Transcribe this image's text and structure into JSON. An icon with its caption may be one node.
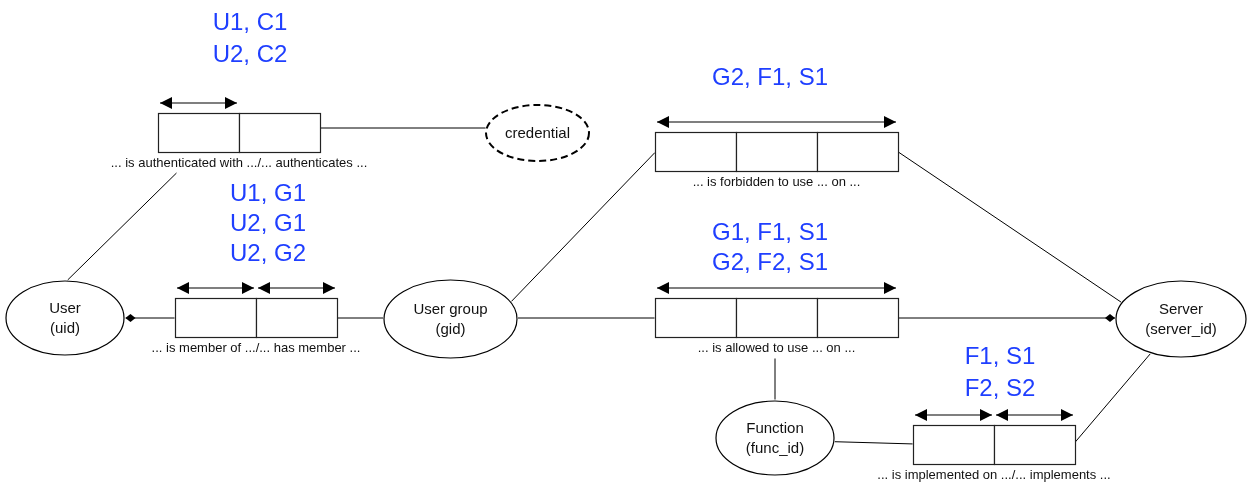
{
  "diagram": {
    "nodes": [
      {
        "text": [
          "... is authenticated with .../... authenticates ..."
        ],
        "beside": [
          "U1, C1",
          "U2, C2"
        ]
      },
      {
        "text": [
          "credential"
        ]
      },
      {
        "text": [
          "... is forbidden to use ... on ..."
        ],
        "beside": [
          "G2, F1, S1"
        ]
      },
      {
        "text": [
          "User (uid)"
        ]
      },
      {
        "text": [
          "... is member of .../... has member ..."
        ],
        "beside": [
          "U1, G1",
          "U2, G1",
          "U2, G2"
        ]
      },
      {
        "text": [
          "User group (gid)"
        ]
      },
      {
        "text": [
          "... is allowed to use ... on ..."
        ],
        "beside": [
          "G1, F1, S1",
          "G2, F2, S1"
        ]
      },
      {
        "text": [
          "Server (server_id)"
        ]
      },
      {
        "text": [
          "Function (func_id)"
        ]
      },
      {
        "text": [
          "... is implemented on .../... implements ..."
        ],
        "beside": [
          "F1, S1",
          "F2, S2"
        ]
      }
    ],
    "edges": [
      {
        "from": 3,
        "to": 0,
        "arrow": "none"
      },
      {
        "from": 0,
        "to": 1,
        "arrow": "none"
      },
      {
        "from": 3,
        "to": 4,
        "arrow": "other"
      },
      {
        "from": 4,
        "to": 5,
        "arrow": "none"
      },
      {
        "from": 5,
        "to": 2,
        "arrow": "none"
      },
      {
        "from": 5,
        "to": 6,
        "arrow": "none"
      },
      {
        "from": 2,
        "to": 7,
        "arrow": "none"
      },
      {
        "from": 7,
        "to": 6,
        "arrow": "other"
      },
      {
        "from": 6,
        "to": 8,
        "arrow": "none"
      },
      {
        "from": 8,
        "to": 9,
        "arrow": "none"
      },
      {
        "from": 9,
        "to": 7,
        "arrow": "none"
      }
    ]
  }
}
